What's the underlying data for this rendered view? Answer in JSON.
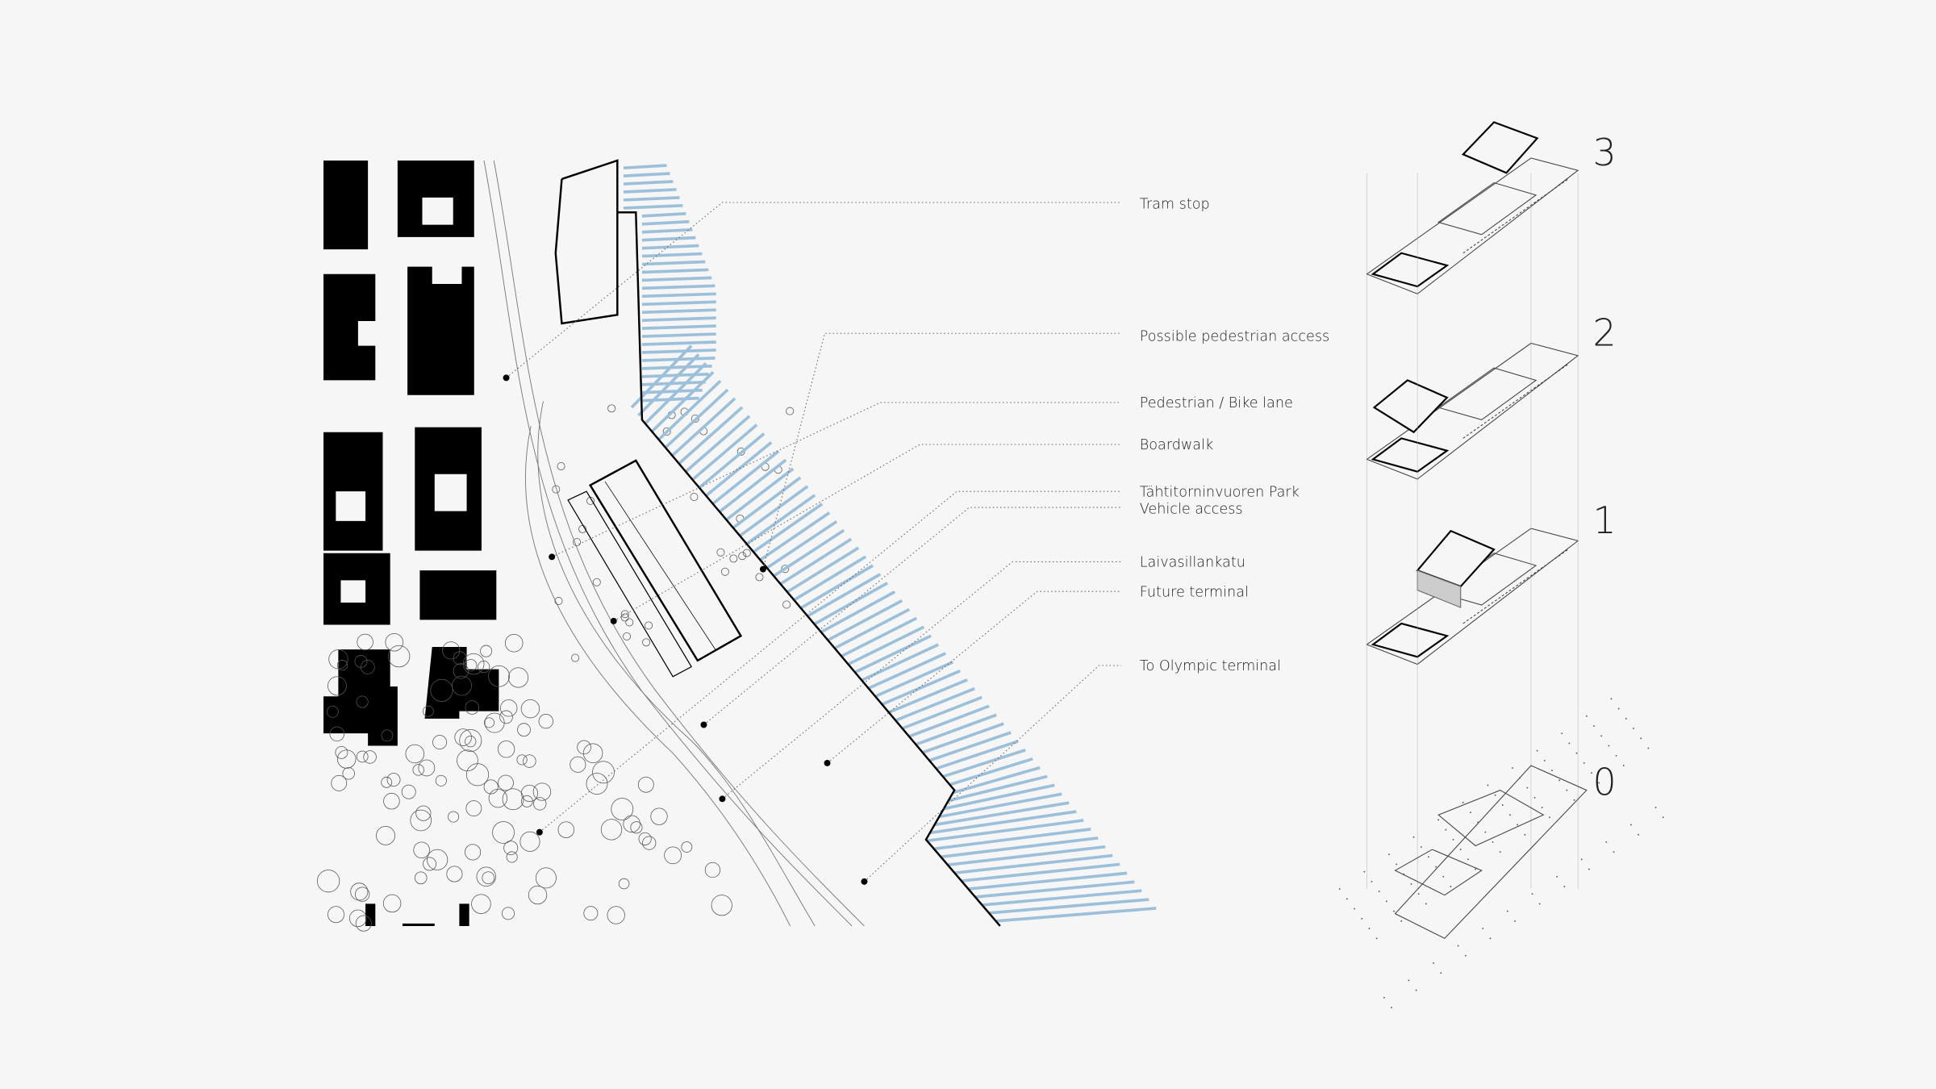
{
  "labels": {
    "tram_stop": "Tram stop",
    "possible_pedestrian_access": "Possible pedestrian access",
    "pedestrian_bike_lane": "Pedestrian / Bike lane",
    "boardwalk": "Boardwalk",
    "park": "Tähtitorninvuoren Park",
    "vehicle_access": "Vehicle access",
    "laivasillankatu": "Laivasillankatu",
    "future_terminal": "Future terminal",
    "olympic_terminal": "To Olympic terminal"
  },
  "levels": [
    "3",
    "2",
    "1",
    "0"
  ],
  "colors": {
    "water": "#9dc0da",
    "buildings": "#000000",
    "background": "#f6f6f6"
  }
}
